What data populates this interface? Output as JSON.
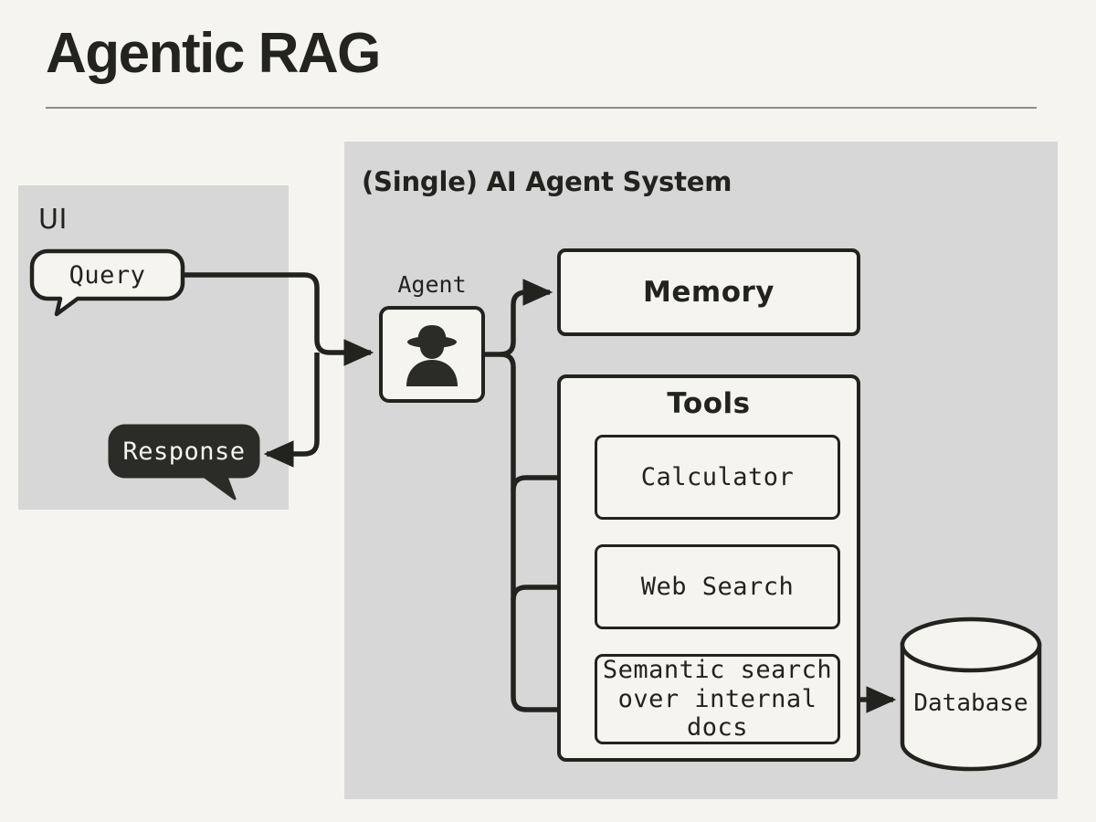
{
  "slide": {
    "title": "Agentic RAG",
    "background_color": "#f6f4ef",
    "ink_color": "#22221e",
    "panel_color": "#d7d7d7",
    "rule_color": "#8e8d86"
  },
  "ui_panel": {
    "label": "UI",
    "query_bubble": {
      "text": "Query",
      "fill": "#f6f4ef",
      "text_color": "#22221e"
    },
    "response_bubble": {
      "text": "Response",
      "fill": "#2b2b27",
      "text_color": "#f6f4ef"
    }
  },
  "agent_system_panel": {
    "label": "(Single) AI Agent System",
    "agent": {
      "label": "Agent",
      "icon": "agent-person-hat-icon"
    },
    "memory": {
      "label": "Memory"
    },
    "tools": {
      "title": "Tools",
      "items": [
        {
          "label": "Calculator"
        },
        {
          "label": "Web Search"
        },
        {
          "label": "Semantic search\nover internal docs",
          "line1": "Semantic search",
          "line2": "over internal docs"
        }
      ]
    },
    "database": {
      "label": "Database",
      "shape": "cylinder"
    }
  },
  "connections": [
    {
      "from": "query-bubble",
      "to": "agent-box",
      "arrow": "right"
    },
    {
      "from": "agent-box",
      "to": "response-bubble",
      "arrow": "left"
    },
    {
      "from": "agent-box",
      "to": "memory-box",
      "arrow": "right"
    },
    {
      "from": "agent-box",
      "to": "tool-calculator",
      "arrow": "right"
    },
    {
      "from": "agent-box",
      "to": "tool-websearch",
      "arrow": "right"
    },
    {
      "from": "agent-box",
      "to": "tool-semantic",
      "arrow": "right"
    },
    {
      "from": "tool-semantic",
      "to": "database-node",
      "arrow": "right"
    }
  ]
}
